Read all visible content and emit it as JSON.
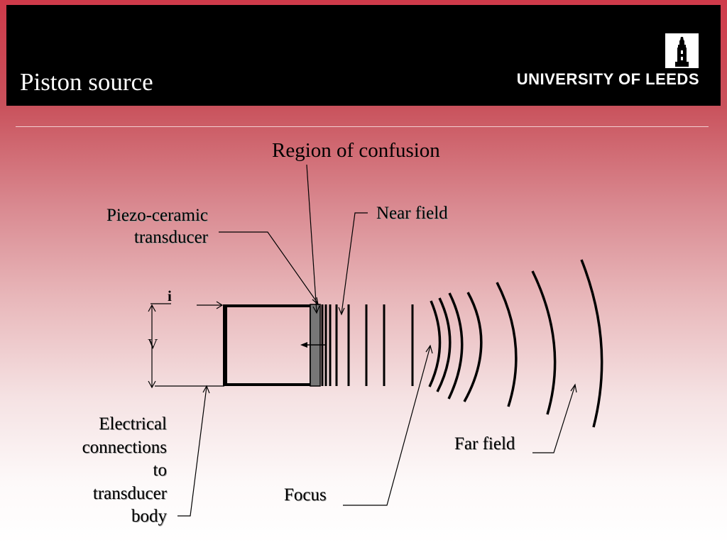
{
  "slide": {
    "title": "Piston source",
    "logo": "UNIVERSITY OF LEEDS"
  },
  "diagram": {
    "region_label": "Region of confusion",
    "piezo_label": "Piezo-ceramic\ntransducer",
    "near_field_label": "Near field",
    "current_label": "i",
    "voltage_label": "V",
    "connections_label": "Electrical\nconnections\nto\ntransducer\nbody",
    "focus_label": "Focus",
    "far_field_label": "Far field"
  },
  "icons": [
    "tower-logo-icon"
  ]
}
